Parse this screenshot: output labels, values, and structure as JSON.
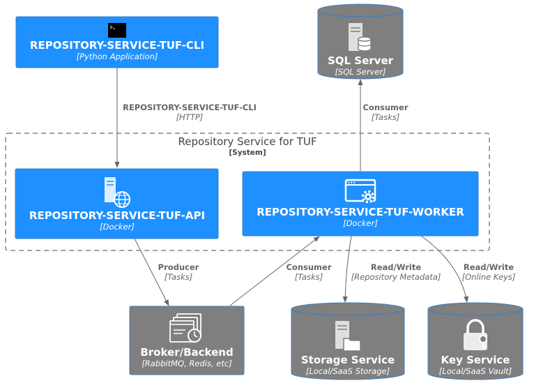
{
  "boundary": {
    "title": "Repository Service for TUF",
    "subtitle": "[System]"
  },
  "nodes": {
    "cli": {
      "name": "REPOSITORY-SERVICE-TUF-CLI",
      "tech": "[Python Application]",
      "icon": "terminal-icon",
      "color": "#1E90FF"
    },
    "api": {
      "name": "REPOSITORY-SERVICE-TUF-API",
      "tech": "[Docker]",
      "icon": "web-server-icon",
      "color": "#1E90FF"
    },
    "worker": {
      "name": "REPOSITORY-SERVICE-TUF-WORKER",
      "tech": "[Docker]",
      "icon": "app-gear-icon",
      "color": "#1E90FF"
    },
    "sql": {
      "name": "SQL Server",
      "tech": "[SQL Server]",
      "icon": "database-server-icon",
      "color": "#7F7F7F"
    },
    "broker": {
      "name": "Broker/Backend",
      "tech": "[RabbitMQ, Redis, etc]",
      "icon": "queue-clock-icon",
      "color": "#7F7F7F"
    },
    "storage": {
      "name": "Storage Service",
      "tech": "[Local/SaaS Storage]",
      "icon": "storage-folder-icon",
      "color": "#7F7F7F"
    },
    "key": {
      "name": "Key Service",
      "tech": "[Local/SaaS Vault]",
      "icon": "lock-key-icon",
      "color": "#7F7F7F"
    }
  },
  "edges": {
    "cli_api": {
      "label": "REPOSITORY-SERVICE-TUF-CLI",
      "tech": "[HTTP]"
    },
    "worker_sql": {
      "label": "Consumer",
      "tech": "[Tasks]"
    },
    "api_broker": {
      "label": "Producer",
      "tech": "[Tasks]"
    },
    "broker_worker": {
      "label": "Consumer",
      "tech": "[Tasks]"
    },
    "worker_storage": {
      "label": "Read/Write",
      "tech": "[Repository Metadata]"
    },
    "worker_key": {
      "label": "Read/Write",
      "tech": "[Online Keys]"
    }
  }
}
